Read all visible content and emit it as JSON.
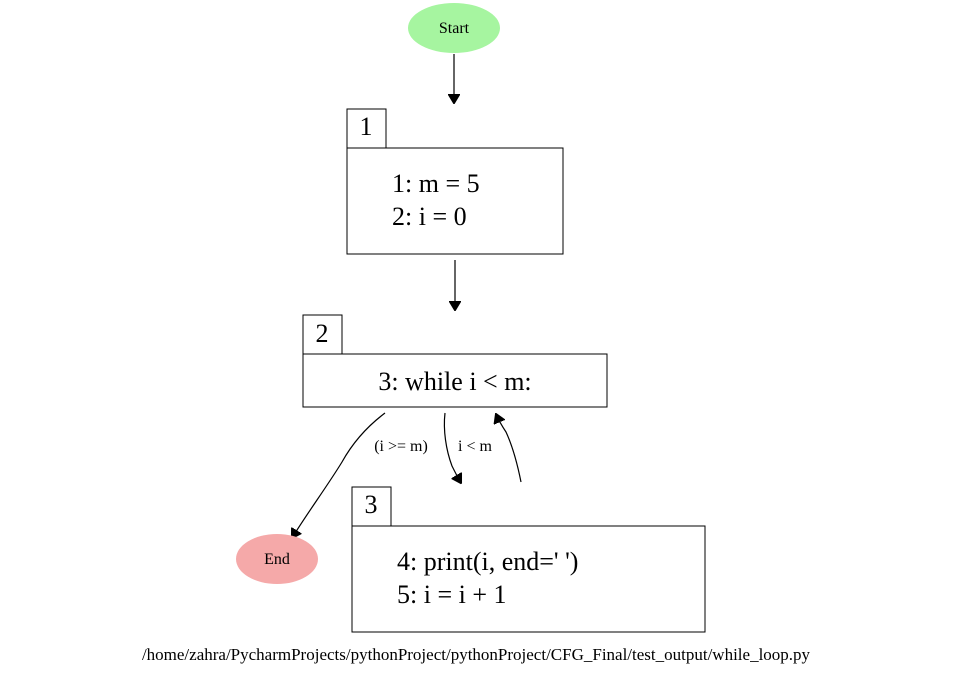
{
  "diagram": {
    "start": {
      "label": "Start",
      "color": "#a6f5a0"
    },
    "end": {
      "label": "End",
      "color": "#f5a9a9"
    },
    "blocks": [
      {
        "id": "1",
        "lines": [
          "1: m = 5",
          "2: i = 0"
        ]
      },
      {
        "id": "2",
        "lines": [
          "3: while i < m:"
        ]
      },
      {
        "id": "3",
        "lines": [
          "4: print(i, end=' ')",
          "5: i = i + 1"
        ]
      }
    ],
    "edges": [
      {
        "from": "Start",
        "to": "1",
        "label": ""
      },
      {
        "from": "1",
        "to": "2",
        "label": ""
      },
      {
        "from": "2",
        "to": "End",
        "label": "(i >= m)"
      },
      {
        "from": "2",
        "to": "3",
        "label": "i < m"
      },
      {
        "from": "3",
        "to": "2",
        "label": ""
      }
    ],
    "file_path": "/home/zahra/PycharmProjects/pythonProject/pythonProject/CFG_Final/test_output/while_loop.py"
  }
}
